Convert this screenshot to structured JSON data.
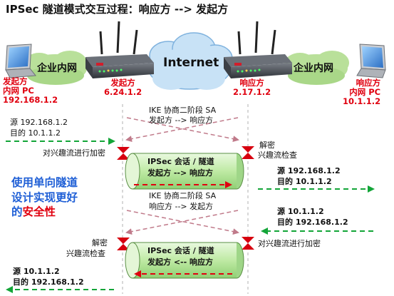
{
  "title": "IPSec 隧道模式交互过程：响应方 --> 发起方",
  "network": {
    "left_lan": "企业内网",
    "right_lan": "企业内网",
    "cloud": "Internet"
  },
  "endpoints": {
    "left_pc": {
      "role": "发起方",
      "name": "内网 PC",
      "ip": "192.168.1.2"
    },
    "left_gw": {
      "role": "发起方",
      "ip": "6.24.1.2"
    },
    "right_gw": {
      "role": "响应方",
      "ip": "2.17.1.2"
    },
    "right_pc": {
      "role": "响应方",
      "name": "内网 PC",
      "ip": "10.1.1.2"
    }
  },
  "flow1": {
    "sa_title": "IKE 协商二阶段 SA",
    "sa_dir": "发起方 --> 响应方",
    "src": "源 192.168.1.2",
    "dst": "目的 10.1.1.2",
    "encrypt_label": "对兴趣流进行加密",
    "decrypt_label": "解密",
    "check_label": "兴趣流检查",
    "session_title": "IPSec 会话 / 隧道",
    "session_dir": "发起方 --> 响应方",
    "out_src": "源 192.168.1.2",
    "out_dst": "目的 10.1.1.2"
  },
  "flow2": {
    "sa_title": "IKE 协商二阶段 SA",
    "sa_dir": "响应方 --> 发起方",
    "src": "源 10.1.1.2",
    "dst": "目的 192.168.1.2",
    "encrypt_label": "对兴趣流进行加密",
    "decrypt_label": "解密",
    "check_label": "兴趣流检查",
    "session_title": "IPSec 会话 / 隧道",
    "session_dir": "发起方 <-- 响应方",
    "out_src": "源 10.1.1.2",
    "out_dst": "目的 192.168.1.2"
  },
  "note": {
    "line1": "使用单向隧道",
    "line2": "设计实现更好",
    "line3_a": "的",
    "line3_b": "安全性"
  },
  "colors": {
    "arrow_green": "#13a538",
    "arrow_red": "#e0000f",
    "sa_arrow": "#c07a8a",
    "cloud_fill": "#c8e2f6",
    "lan_fill": "#b9e09a",
    "tunnel_fill": "#c8eeb0",
    "valve": "#d7000f",
    "note_blue": "#1f5fd6"
  },
  "icons": [
    "laptop-icon",
    "router-icon",
    "cloud-icon",
    "valve-icon"
  ]
}
